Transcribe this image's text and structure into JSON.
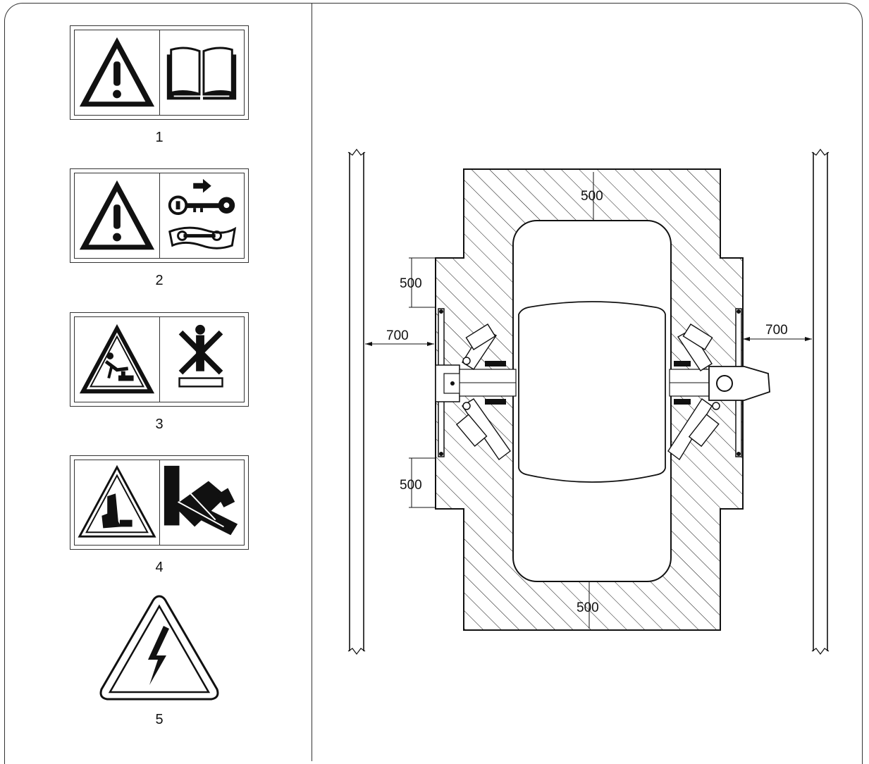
{
  "signs": [
    {
      "number": "1",
      "icon_left": "warning-triangle-icon",
      "icon_right": "manual-book-icon"
    },
    {
      "number": "2",
      "icon_left": "warning-triangle-icon",
      "icon_right": "key-and-manual-icon"
    },
    {
      "number": "3",
      "icon_left": "fall-hazard-icon",
      "icon_right": "no-person-under-lift-icon"
    },
    {
      "number": "4",
      "icon_left": "crush-hazard-icon",
      "icon_right": "arm-crush-icon"
    },
    {
      "number": "5",
      "icon": "high-voltage-icon"
    }
  ],
  "dimensions": {
    "top": "500",
    "bottom": "500",
    "left_upper": "500",
    "left_lower": "500",
    "left_side": "700",
    "right_side": "700"
  }
}
